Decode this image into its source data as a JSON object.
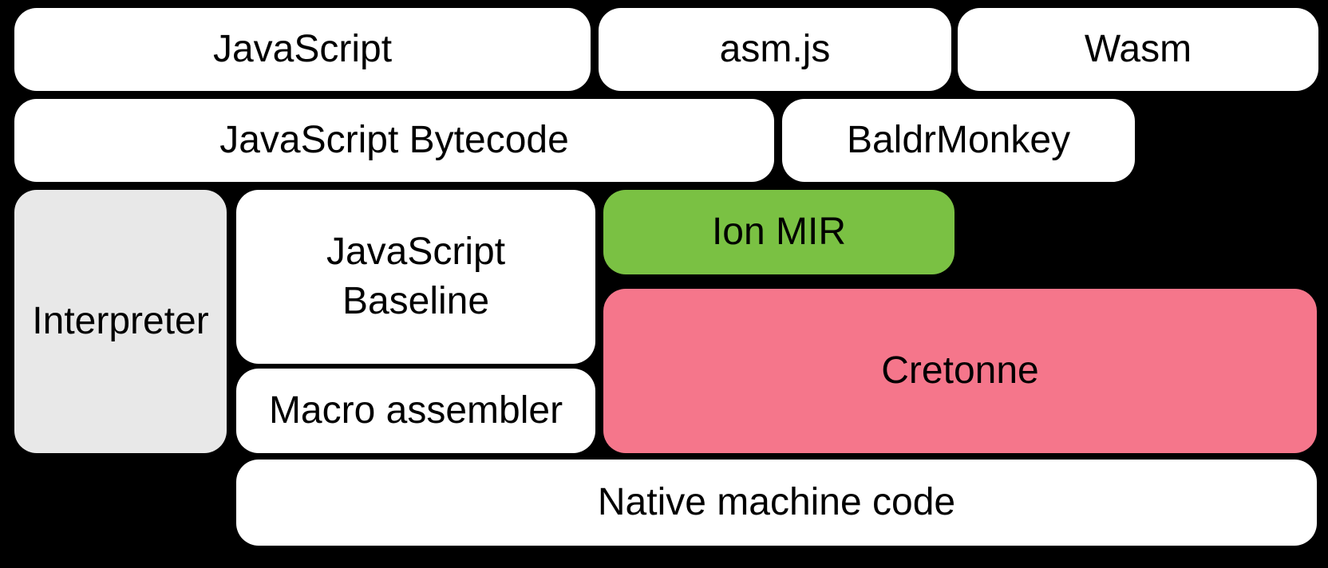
{
  "canvas": {
    "background": "#000000",
    "text_color": "#000000"
  },
  "boxes": {
    "javascript": {
      "label": "JavaScript",
      "color": "#ffffff"
    },
    "asmjs": {
      "label": "asm.js",
      "color": "#ffffff"
    },
    "wasm": {
      "label": "Wasm",
      "color": "#ffffff"
    },
    "bytecode": {
      "label": "JavaScript Bytecode",
      "color": "#ffffff"
    },
    "baldrmonkey": {
      "label": "BaldrMonkey",
      "color": "#ffffff"
    },
    "interpreter": {
      "label": "Interpreter",
      "color": "#e8e8e8"
    },
    "baseline": {
      "label": "JavaScript\nBaseline",
      "color": "#ffffff"
    },
    "ionmir": {
      "label": "Ion MIR",
      "color": "#7ac143"
    },
    "cretonne": {
      "label": "Cretonne",
      "color": "#f5768b"
    },
    "macro": {
      "label": "Macro assembler",
      "color": "#ffffff"
    },
    "native": {
      "label": "Native machine code",
      "color": "#ffffff"
    }
  }
}
